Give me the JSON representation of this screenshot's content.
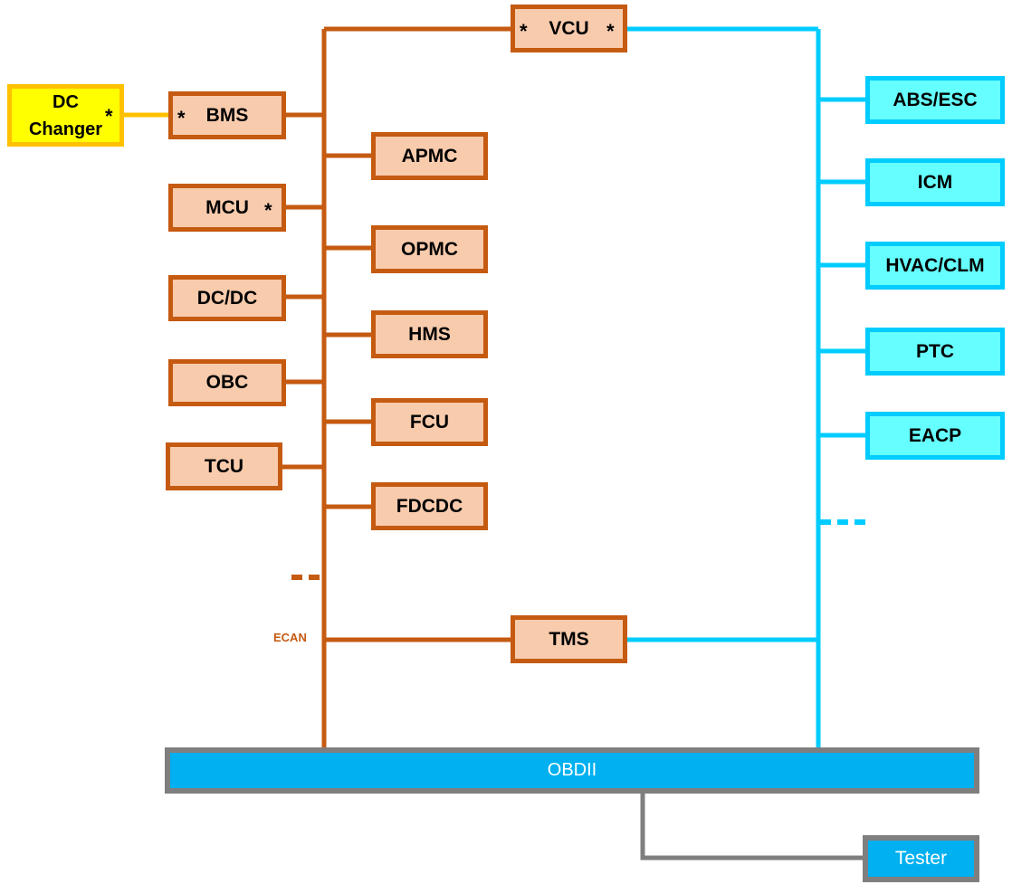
{
  "colors": {
    "ecan": "#c55a11",
    "bcan": "#00ccff",
    "ecu_fill": "#f8cbad",
    "body_fill": "#66ffff",
    "charger_fill": "#ffff00",
    "charger_border": "#ffc000",
    "obd_fill": "#00b0f0",
    "obd_border": "#7f7f7f"
  },
  "bus_label": "ECAN",
  "marker": "*",
  "nodes": {
    "vcu": "VCU",
    "dc_charger_line1": "DC",
    "dc_charger_line2": "Changer",
    "bms": "BMS",
    "mcu": "MCU",
    "dcdc": "DC/DC",
    "obc": "OBC",
    "tcu": "TCU",
    "apmc": "APMC",
    "opmc": "OPMC",
    "hms": "HMS",
    "fcu": "FCU",
    "fdcdc": "FDCDC",
    "tms": "TMS",
    "abs_esc": "ABS/ESC",
    "icm": "ICM",
    "hvac_clm": "HVAC/CLM",
    "ptc": "PTC",
    "eacp": "EACP",
    "obdii": "OBDII",
    "tester": "Tester"
  }
}
